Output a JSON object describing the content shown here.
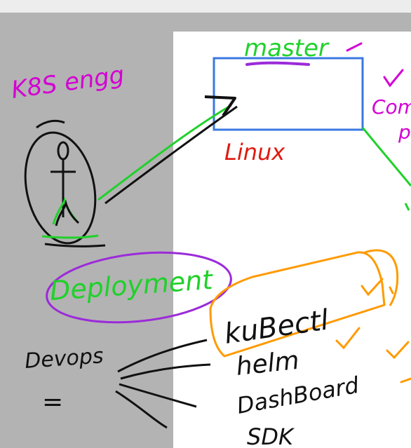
{
  "labels": {
    "k8s_engg": "K8S engg",
    "master": "master",
    "linux": "Linux",
    "component_partial": "Com",
    "component_p": "p",
    "deployment": "Deployment",
    "devops": "Devops",
    "devops_mark": "=",
    "kubectl": "kuBectl",
    "helm": "helm",
    "dashboard": "DashBoard",
    "sdk": "SDK"
  },
  "colors": {
    "background": "#b3b3b3",
    "topbar": "#ededed",
    "paper": "#ffffff",
    "magenta": "#d400d4",
    "green": "#1fd12a",
    "black": "#111111",
    "red": "#e0190f",
    "orange": "#ff9a00",
    "blue": "#3a78e0",
    "purple": "#9b2bd9"
  }
}
